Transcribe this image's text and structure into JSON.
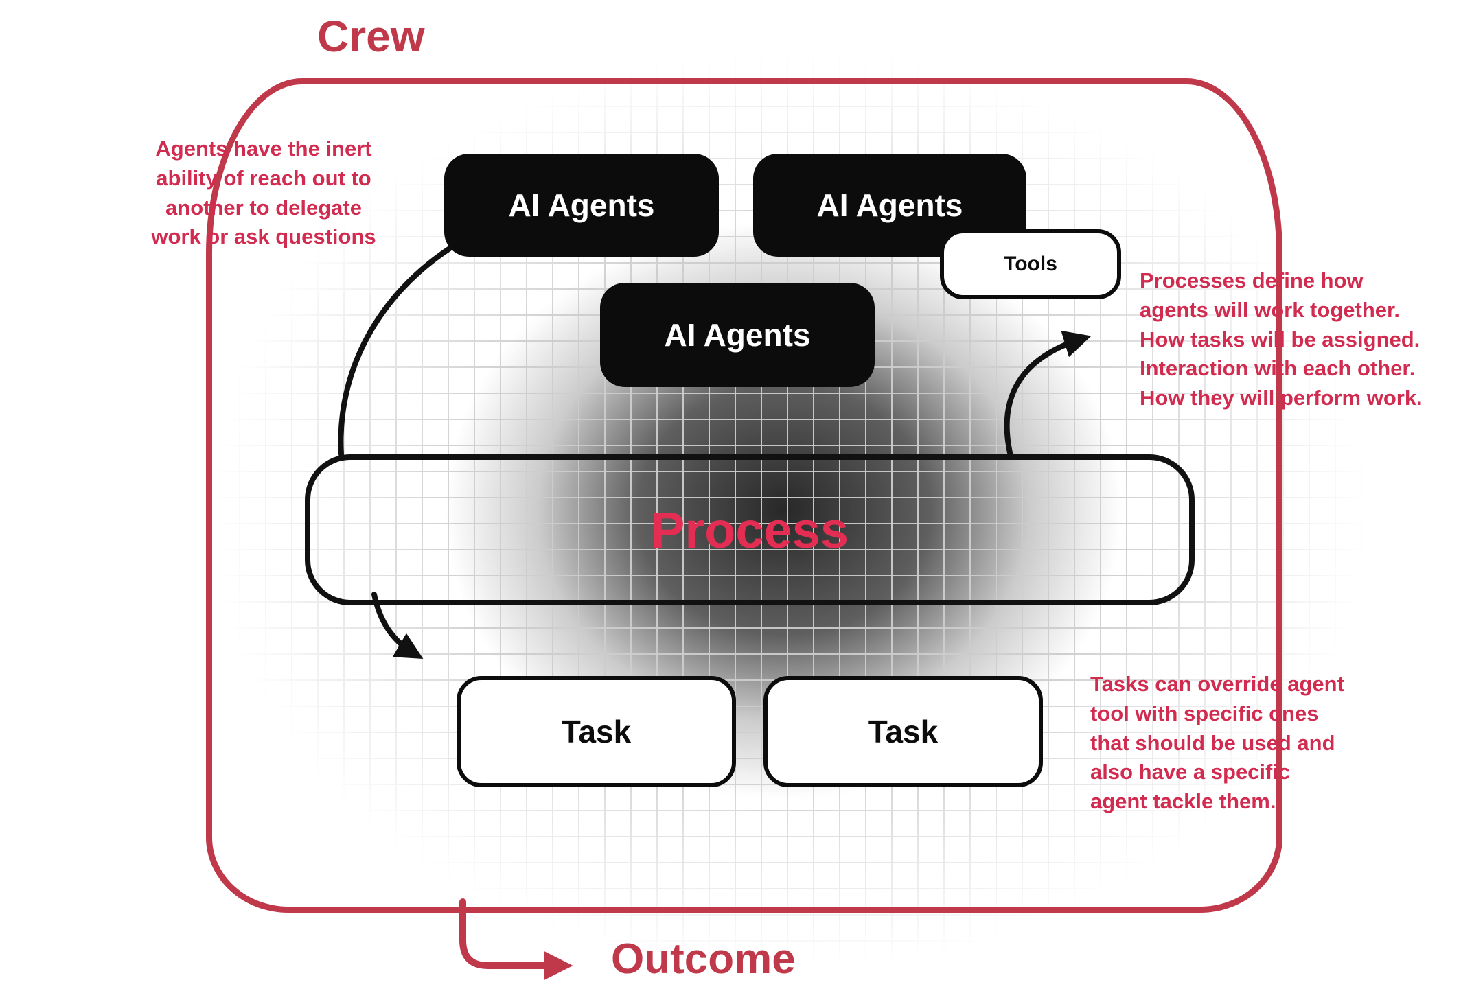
{
  "colors": {
    "crew_red": "#C0394B",
    "annotation_red": "#D22B50",
    "process_red": "#E32D53",
    "box_black": "#0c0c0c"
  },
  "crew": {
    "label": "Crew"
  },
  "agents": [
    {
      "label": "AI Agents"
    },
    {
      "label": "AI Agents"
    },
    {
      "label": "AI Agents"
    }
  ],
  "tools": {
    "label": "Tools"
  },
  "process": {
    "label": "Process"
  },
  "tasks": [
    {
      "label": "Task"
    },
    {
      "label": "Task"
    }
  ],
  "annotations": {
    "left": "Agents have the inert\nability of reach out to\nanother to delegate\nwork or ask questions",
    "right_top": "Processes define how\nagents will work together.\nHow tasks will be assigned.\nInteraction with each other.\nHow they will perform work.",
    "right_bottom": "Tasks can override agent\ntool with specific ones\nthat should be used and\nalso have a specific\nagent tackle them."
  },
  "outcome": {
    "label": "Outcome"
  },
  "icons": {
    "delegate_arrow": "curved-arrow-icon",
    "task_arrow": "curved-arrow-icon",
    "process_arrow": "curved-arrow-icon",
    "outcome_arrow": "right-arrow-icon"
  }
}
